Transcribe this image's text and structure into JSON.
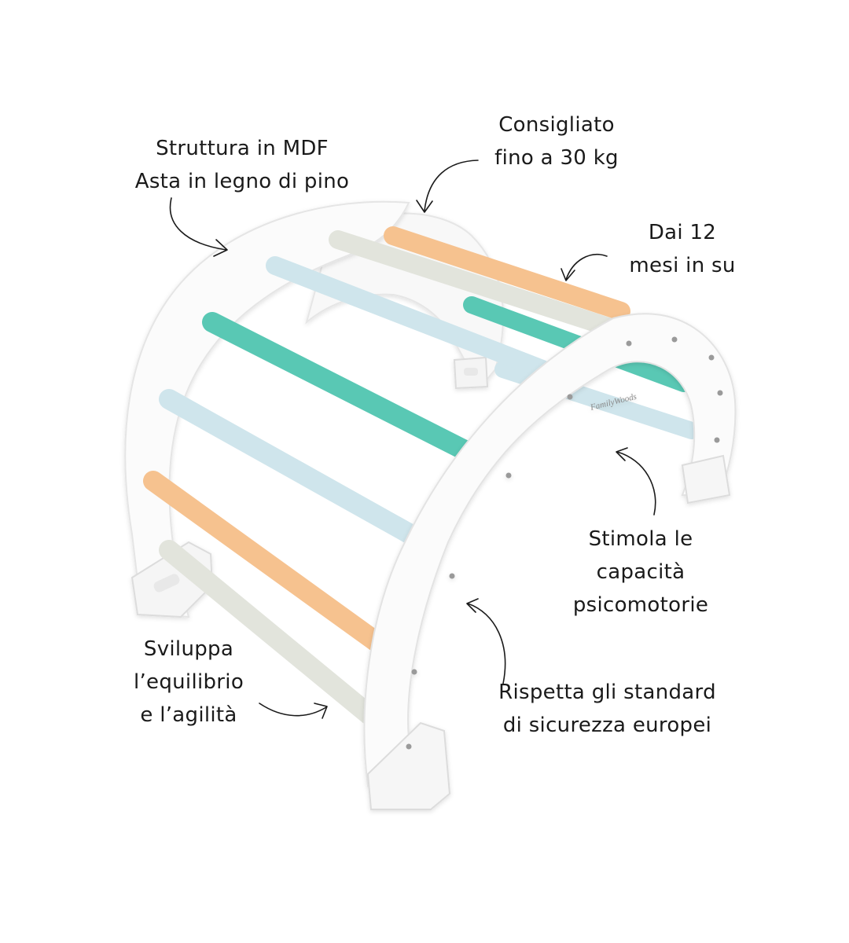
{
  "annotations": {
    "frame": {
      "lines": [
        "Struttura in MDF",
        "Asta in legno di pino"
      ]
    },
    "weight": {
      "lines": [
        "Consigliato",
        "fino a 30 kg"
      ]
    },
    "age": {
      "lines": [
        "Dai 12",
        "mesi in su"
      ]
    },
    "skills": {
      "lines": [
        "Stimola le",
        "capacità",
        "psicomotorie"
      ]
    },
    "balance": {
      "lines": [
        "Sviluppa",
        "l’equilibrio",
        "e l’agilità"
      ]
    },
    "safety": {
      "lines": [
        "Rispetta gli standard",
        "di sicurezza europei"
      ]
    }
  },
  "colors": {
    "rung_orange": "#f6c28f",
    "rung_grey": "#e2e4dc",
    "rung_teal": "#59c8b4",
    "rung_light_blue": "#cfe5ec",
    "frame": "#fbfbfb",
    "arrow": "#1a1a1a"
  },
  "product": {
    "name": "arch climber",
    "logo": "FamilyWoods"
  }
}
